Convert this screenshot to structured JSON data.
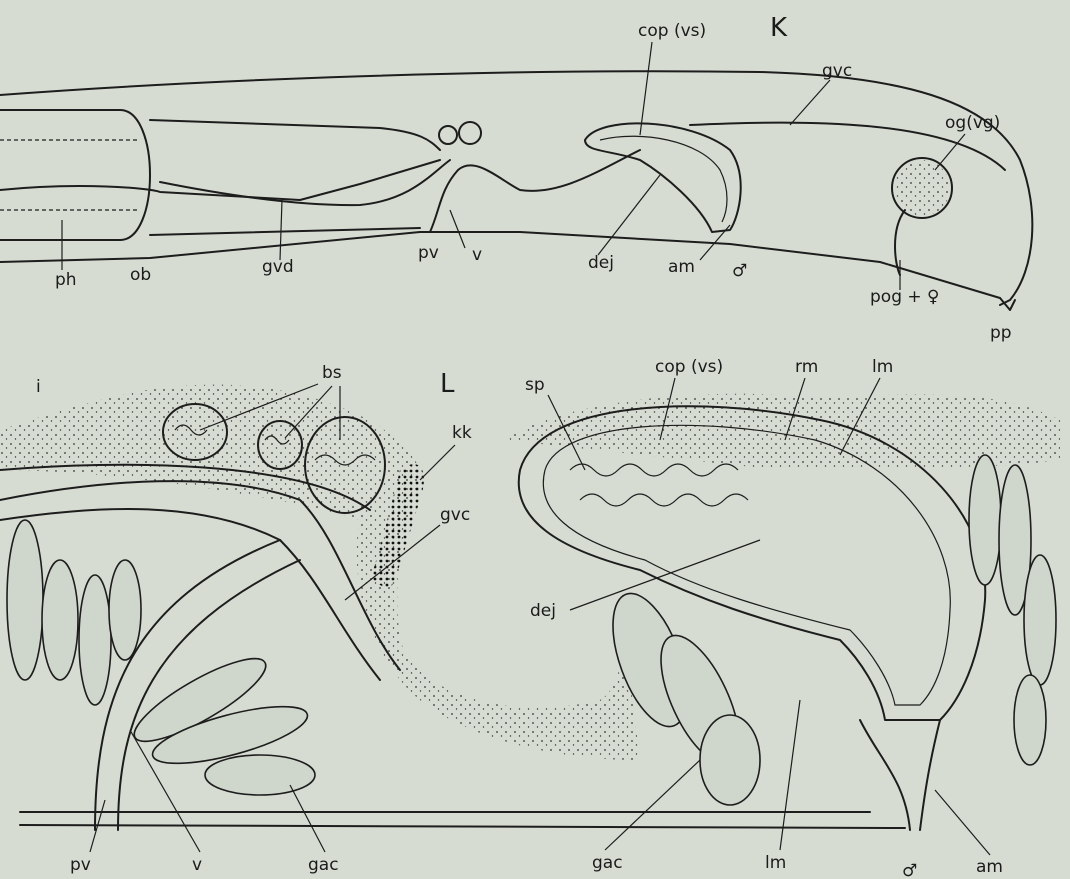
{
  "panels": [
    {
      "id": "K",
      "letter": "K",
      "labels": {
        "cop": "cop (vs)",
        "gvc": "gvc",
        "og": "og(vg)",
        "ph": "ph",
        "ob": "ob",
        "gvd": "gvd",
        "pv": "pv",
        "v": "v",
        "dej": "dej",
        "am": "am",
        "male": "♂",
        "pog": "pog + ♀",
        "pp": "pp"
      }
    },
    {
      "id": "L",
      "letter": "L",
      "labels": {
        "i": "i",
        "bs": "bs",
        "kk": "kk",
        "gvc": "gvc",
        "sp": "sp",
        "cop": "cop (vs)",
        "rm": "rm",
        "lm_top": "lm",
        "dej": "dej",
        "pv": "pv",
        "v": "v",
        "gac_left": "gac",
        "gac_right": "gac",
        "lm_bottom": "lm",
        "male": "♂",
        "am": "am"
      }
    }
  ]
}
